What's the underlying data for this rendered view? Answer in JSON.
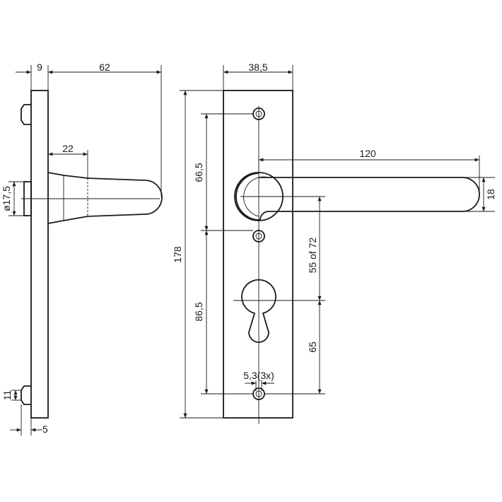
{
  "dimensions": {
    "side_backplate_depth": "9",
    "side_lever_projection": "62",
    "side_neck_length": "22",
    "side_rose_diameter": "ø17,5",
    "side_spacer_height": "11",
    "side_spacer_depth": "5",
    "plate_width": "38,5",
    "lever_length": "120",
    "lever_thickness": "18",
    "top_hole_to_lever": "66,5",
    "plate_height": "178",
    "lever_to_cylinder": "55 of 72",
    "hole_to_bottom_hole": "86,5",
    "cylinder_to_bottom_hole": "65",
    "screw_hole_diameter": "5,3(3x)"
  },
  "colors": {
    "line": "#1a1a1a",
    "background": "#ffffff"
  }
}
